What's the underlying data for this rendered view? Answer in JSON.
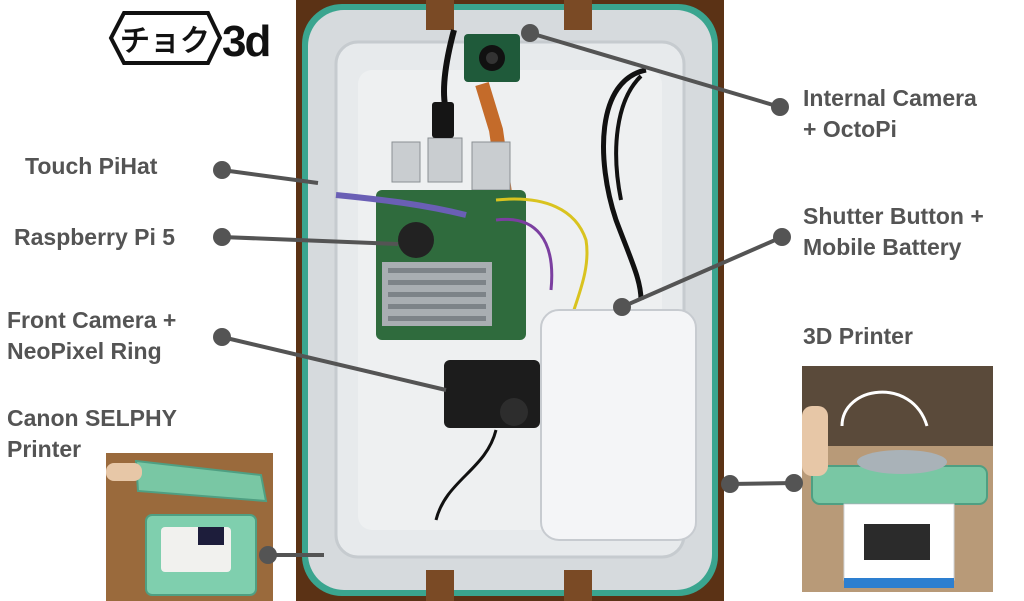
{
  "logo": {
    "kana": "チョク",
    "suffix": "3d"
  },
  "labels": {
    "internal_camera": [
      "Internal Camera",
      "+ OctoPi"
    ],
    "touch_pihat": [
      "Touch PiHat"
    ],
    "raspberry_pi": [
      "Raspberry Pi 5"
    ],
    "shutter_button": [
      "Shutter Button +",
      "Mobile Battery"
    ],
    "front_camera": [
      "Front Camera +",
      "NeoPixel Ring"
    ],
    "printer_3d": [
      "3D Printer"
    ],
    "canon_selphy": [
      "Canon SELPHY",
      "Printer"
    ]
  },
  "colors": {
    "label_text": "#545454",
    "callout_line": "#545454",
    "enclosure_teal": "#3aa58f",
    "lid_green": "#79c7a4",
    "wood": "#5b3215",
    "tray": "#dfe3e5"
  },
  "icons": [
    "camera-icon",
    "raspberry-pi-board-icon",
    "battery-icon",
    "neopixel-ring-icon"
  ]
}
